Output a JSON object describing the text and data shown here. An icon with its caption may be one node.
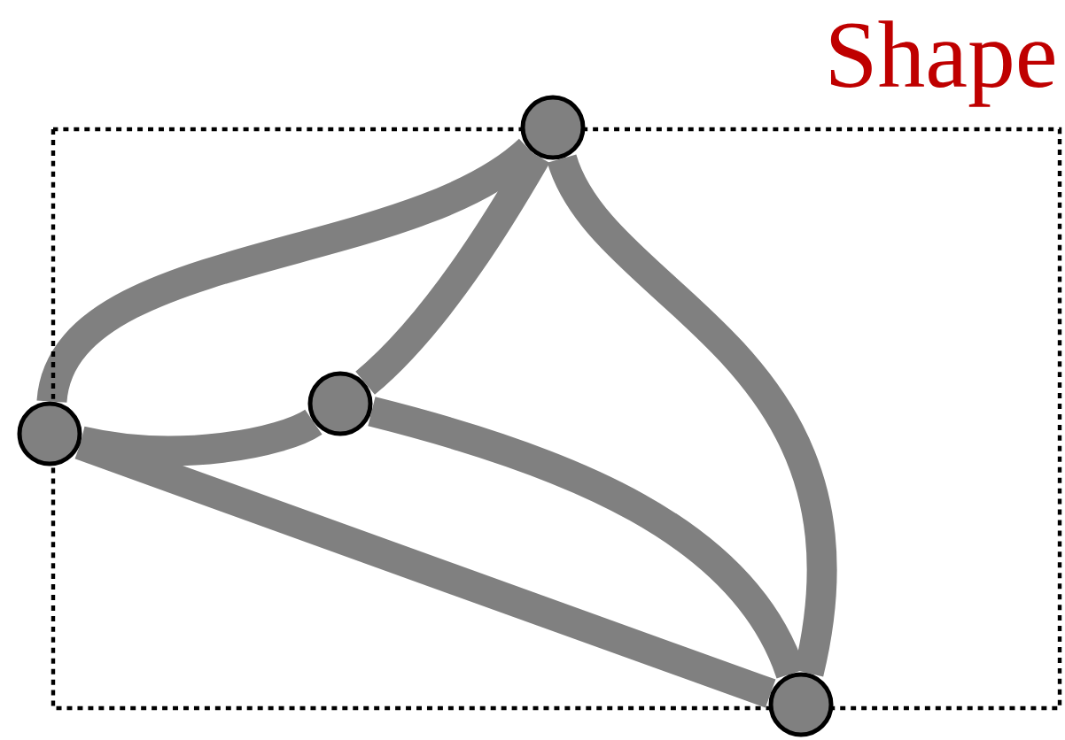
{
  "diagram": {
    "title": "Shape",
    "nodes": [
      {
        "text": [],
        "shape": "circle"
      },
      {
        "text": [],
        "shape": "circle"
      },
      {
        "text": [],
        "shape": "circle"
      },
      {
        "text": [],
        "shape": "circle"
      }
    ],
    "edges": [
      {
        "from": 0,
        "to": 2,
        "arrow": "none"
      },
      {
        "from": 1,
        "to": 2,
        "arrow": "none"
      },
      {
        "from": 2,
        "to": 3,
        "arrow": "none"
      },
      {
        "from": 0,
        "to": 1,
        "arrow": "none"
      },
      {
        "from": 1,
        "to": 3,
        "arrow": "none"
      },
      {
        "from": 0,
        "to": 3,
        "arrow": "none"
      }
    ]
  }
}
